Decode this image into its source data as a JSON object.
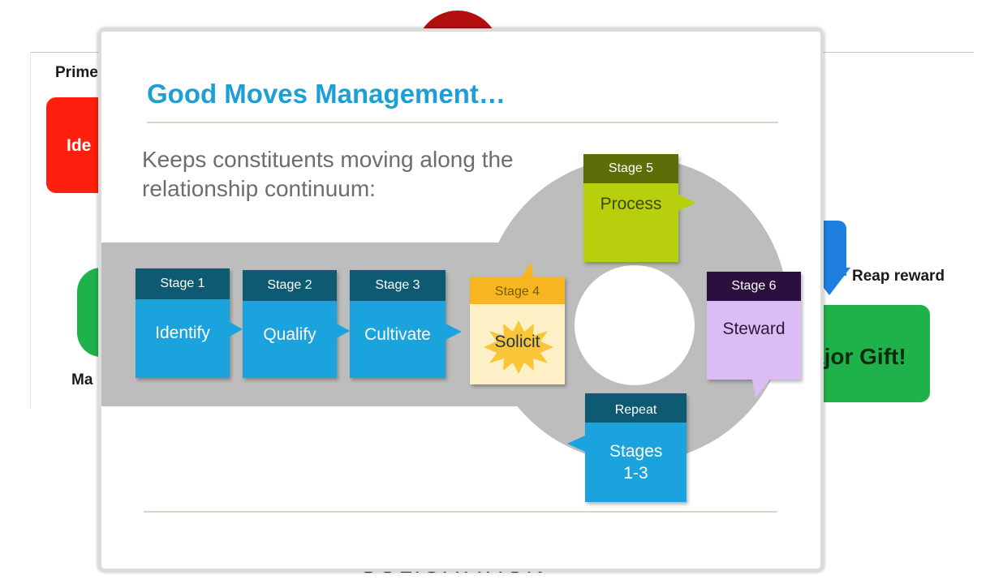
{
  "background": {
    "prime_label": "Prime",
    "identify_label": "Ide",
    "ma_label": "Ma",
    "reap_label": "Reap reward",
    "major_label": "ajor Gift!",
    "solicitation_label": "SOLICITATION"
  },
  "slide": {
    "title": "Good Moves Management…",
    "subtitle": "Keeps constituents moving along the relationship continuum:",
    "stages": [
      {
        "head": "Stage 1",
        "body": "Identify"
      },
      {
        "head": "Stage 2",
        "body": "Qualify"
      },
      {
        "head": "Stage 3",
        "body": "Cultivate"
      },
      {
        "head": "Stage 4",
        "body": "Solicit"
      },
      {
        "head": "Stage 5",
        "body": "Process"
      },
      {
        "head": "Stage 6",
        "body": "Steward"
      },
      {
        "head": "Repeat",
        "body": "Stages 1-3"
      }
    ]
  },
  "colors": {
    "title": "#1d9fd6",
    "blue_stage": "#1aa3dc",
    "teal_head": "#0f5a73",
    "solicit_head": "#f7b520",
    "solicit_body": "#fdf0c6",
    "process_body": "#b7cf0c",
    "process_head": "#5e6d08",
    "steward_body": "#dcbcf5",
    "steward_head": "#2a0f3f",
    "ring": "#bdbdbd"
  }
}
